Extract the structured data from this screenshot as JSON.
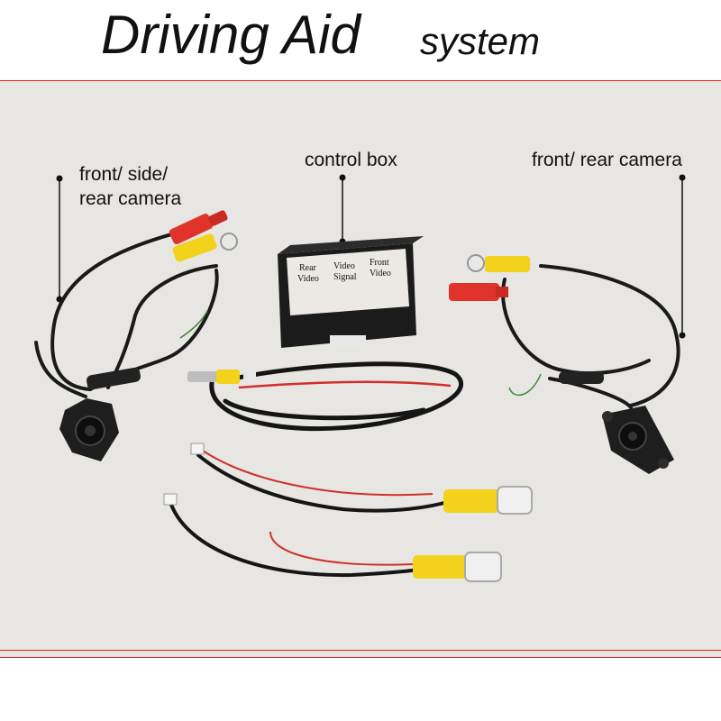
{
  "title": {
    "main": "Driving Aid",
    "sub": "system"
  },
  "labels": {
    "left_camera_line1": "front/ side/",
    "left_camera_line2": "rear camera",
    "control_box": "control box",
    "right_camera": "front/ rear camera"
  },
  "box_text": {
    "col1_a": "Rear",
    "col1_b": "Video",
    "col2_a": "Video",
    "col2_b": "Signal",
    "col3_a": "Front",
    "col3_b": "Video"
  },
  "colors": {
    "background": "#e7e6e3",
    "rca_yellow": "#f2d21a",
    "rca_red": "#e0342a",
    "cable": "#1a1a1a",
    "frame_line": "#dd2222"
  }
}
